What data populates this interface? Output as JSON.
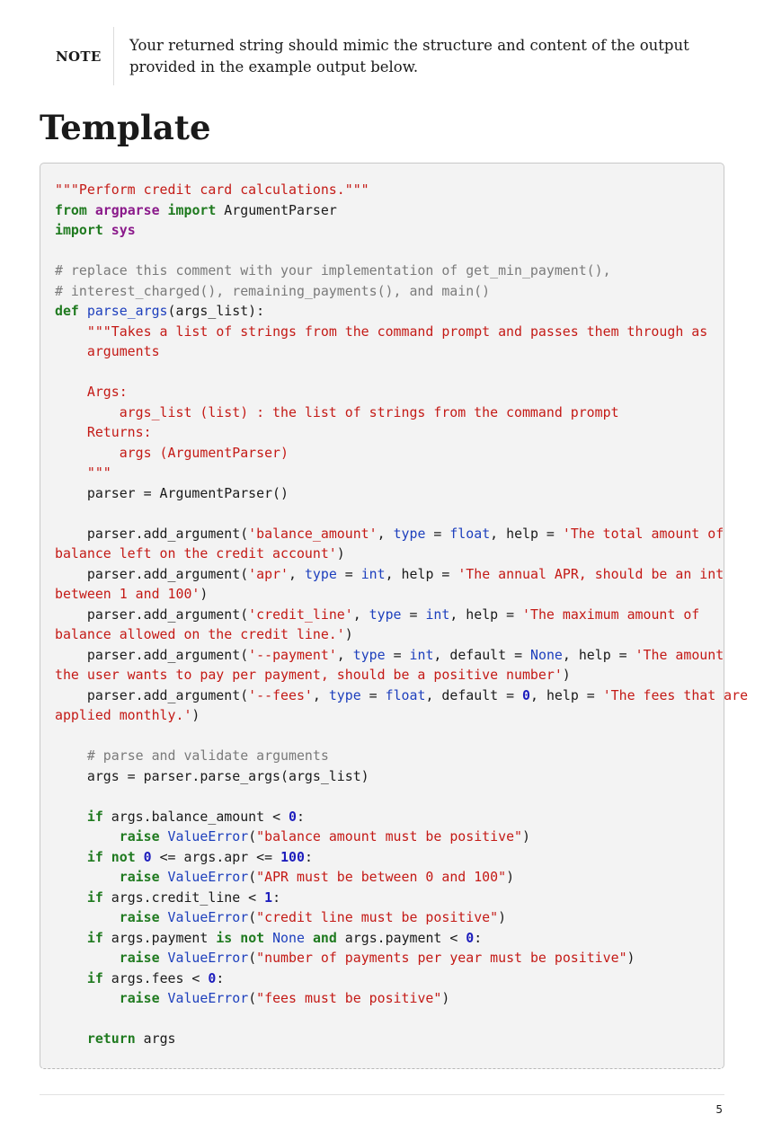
{
  "note": {
    "label": "NOTE",
    "text": "Your returned string should mimic the structure and content of the output provided in the example output below."
  },
  "heading": "Template",
  "colors": {
    "keyword": "#1f7a1f",
    "builtin": "#1f7a1f",
    "string": "#c41a16",
    "comment": "#7a7a7a",
    "number": "#1d1dbd",
    "function": "#1d3fbd",
    "name": "#1a1a1a",
    "code_background": "#f3f3f3"
  },
  "code_lines": [
    [
      [
        "string",
        "\"\"\"Perform credit card calculations.\"\"\""
      ]
    ],
    [
      [
        "keyword",
        "from"
      ],
      [
        "name",
        " "
      ],
      [
        "module",
        "argparse"
      ],
      [
        "name",
        " "
      ],
      [
        "keyword",
        "import"
      ],
      [
        "name",
        " ArgumentParser"
      ]
    ],
    [
      [
        "keyword",
        "import"
      ],
      [
        "name",
        " "
      ],
      [
        "module",
        "sys"
      ]
    ],
    [],
    [
      [
        "comment",
        "# replace this comment with your implementation of get_min_payment(),"
      ]
    ],
    [
      [
        "comment",
        "# interest_charged(), remaining_payments(), and main()"
      ]
    ],
    [
      [
        "keyword",
        "def"
      ],
      [
        "name",
        " "
      ],
      [
        "function",
        "parse_args"
      ],
      [
        "name",
        "(args_list):"
      ]
    ],
    [
      [
        "name",
        "    "
      ],
      [
        "string",
        "\"\"\"Takes a list of strings from the command prompt and passes them through as"
      ]
    ],
    [
      [
        "string",
        "    arguments"
      ]
    ],
    [],
    [
      [
        "string",
        "    Args:"
      ]
    ],
    [
      [
        "string",
        "        args_list (list) : the list of strings from the command prompt"
      ]
    ],
    [
      [
        "string",
        "    Returns:"
      ]
    ],
    [
      [
        "string",
        "        args (ArgumentParser)"
      ]
    ],
    [
      [
        "string",
        "    \"\"\""
      ]
    ],
    [
      [
        "name",
        "    parser = ArgumentParser()"
      ]
    ],
    [],
    [
      [
        "name",
        "    parser.add_argument("
      ],
      [
        "string",
        "'balance_amount'"
      ],
      [
        "name",
        ", "
      ],
      [
        "builtin_name",
        "type"
      ],
      [
        "name",
        " = "
      ],
      [
        "builtin_name",
        "float"
      ],
      [
        "name",
        ", help = "
      ],
      [
        "string",
        "'The total amount of"
      ]
    ],
    [
      [
        "string",
        "balance left on the credit account'"
      ],
      [
        "name",
        ")"
      ]
    ],
    [
      [
        "name",
        "    parser.add_argument("
      ],
      [
        "string",
        "'apr'"
      ],
      [
        "name",
        ", "
      ],
      [
        "builtin_name",
        "type"
      ],
      [
        "name",
        " = "
      ],
      [
        "builtin_name",
        "int"
      ],
      [
        "name",
        ", help = "
      ],
      [
        "string",
        "'The annual APR, should be an int"
      ]
    ],
    [
      [
        "string",
        "between 1 and 100'"
      ],
      [
        "name",
        ")"
      ]
    ],
    [
      [
        "name",
        "    parser.add_argument("
      ],
      [
        "string",
        "'credit_line'"
      ],
      [
        "name",
        ", "
      ],
      [
        "builtin_name",
        "type"
      ],
      [
        "name",
        " = "
      ],
      [
        "builtin_name",
        "int"
      ],
      [
        "name",
        ", help = "
      ],
      [
        "string",
        "'The maximum amount of"
      ]
    ],
    [
      [
        "string",
        "balance allowed on the credit line.'"
      ],
      [
        "name",
        ")"
      ]
    ],
    [
      [
        "name",
        "    parser.add_argument("
      ],
      [
        "string",
        "'--payment'"
      ],
      [
        "name",
        ", "
      ],
      [
        "builtin_name",
        "type"
      ],
      [
        "name",
        " = "
      ],
      [
        "builtin_name",
        "int"
      ],
      [
        "name",
        ", default = "
      ],
      [
        "builtin_name",
        "None"
      ],
      [
        "name",
        ", help = "
      ],
      [
        "string",
        "'The amount"
      ]
    ],
    [
      [
        "string",
        "the user wants to pay per payment, should be a positive number'"
      ],
      [
        "name",
        ")"
      ]
    ],
    [
      [
        "name",
        "    parser.add_argument("
      ],
      [
        "string",
        "'--fees'"
      ],
      [
        "name",
        ", "
      ],
      [
        "builtin_name",
        "type"
      ],
      [
        "name",
        " = "
      ],
      [
        "builtin_name",
        "float"
      ],
      [
        "name",
        ", default = "
      ],
      [
        "number",
        "0"
      ],
      [
        "name",
        ", help = "
      ],
      [
        "string",
        "'The fees that are"
      ]
    ],
    [
      [
        "string",
        "applied monthly.'"
      ],
      [
        "name",
        ")"
      ]
    ],
    [],
    [
      [
        "name",
        "    "
      ],
      [
        "comment",
        "# parse and validate arguments"
      ]
    ],
    [
      [
        "name",
        "    args = parser.parse_args(args_list)"
      ]
    ],
    [],
    [
      [
        "name",
        "    "
      ],
      [
        "keyword",
        "if"
      ],
      [
        "name",
        " args.balance_amount < "
      ],
      [
        "number",
        "0"
      ],
      [
        "name",
        ":"
      ]
    ],
    [
      [
        "name",
        "        "
      ],
      [
        "keyword",
        "raise"
      ],
      [
        "name",
        " "
      ],
      [
        "builtin_name",
        "ValueError"
      ],
      [
        "name",
        "("
      ],
      [
        "string",
        "\"balance amount must be positive\""
      ],
      [
        "name",
        ")"
      ]
    ],
    [
      [
        "name",
        "    "
      ],
      [
        "keyword",
        "if"
      ],
      [
        "name",
        " "
      ],
      [
        "keyword_light",
        "not"
      ],
      [
        "name",
        " "
      ],
      [
        "number",
        "0"
      ],
      [
        "name",
        " <= args.apr <= "
      ],
      [
        "number",
        "100"
      ],
      [
        "name",
        ":"
      ]
    ],
    [
      [
        "name",
        "        "
      ],
      [
        "keyword",
        "raise"
      ],
      [
        "name",
        " "
      ],
      [
        "builtin_name",
        "ValueError"
      ],
      [
        "name",
        "("
      ],
      [
        "string",
        "\"APR must be between 0 and 100\""
      ],
      [
        "name",
        ")"
      ]
    ],
    [
      [
        "name",
        "    "
      ],
      [
        "keyword",
        "if"
      ],
      [
        "name",
        " args.credit_line < "
      ],
      [
        "number",
        "1"
      ],
      [
        "name",
        ":"
      ]
    ],
    [
      [
        "name",
        "        "
      ],
      [
        "keyword",
        "raise"
      ],
      [
        "name",
        " "
      ],
      [
        "builtin_name",
        "ValueError"
      ],
      [
        "name",
        "("
      ],
      [
        "string",
        "\"credit line must be positive\""
      ],
      [
        "name",
        ")"
      ]
    ],
    [
      [
        "name",
        "    "
      ],
      [
        "keyword",
        "if"
      ],
      [
        "name",
        " args.payment "
      ],
      [
        "keyword_light",
        "is not"
      ],
      [
        "name",
        " "
      ],
      [
        "builtin_name",
        "None"
      ],
      [
        "name",
        " "
      ],
      [
        "keyword_light",
        "and"
      ],
      [
        "name",
        " args.payment < "
      ],
      [
        "number",
        "0"
      ],
      [
        "name",
        ":"
      ]
    ],
    [
      [
        "name",
        "        "
      ],
      [
        "keyword",
        "raise"
      ],
      [
        "name",
        " "
      ],
      [
        "builtin_name",
        "ValueError"
      ],
      [
        "name",
        "("
      ],
      [
        "string",
        "\"number of payments per year must be positive\""
      ],
      [
        "name",
        ")"
      ]
    ],
    [
      [
        "name",
        "    "
      ],
      [
        "keyword",
        "if"
      ],
      [
        "name",
        " args.fees < "
      ],
      [
        "number",
        "0"
      ],
      [
        "name",
        ":"
      ]
    ],
    [
      [
        "name",
        "        "
      ],
      [
        "keyword",
        "raise"
      ],
      [
        "name",
        " "
      ],
      [
        "builtin_name",
        "ValueError"
      ],
      [
        "name",
        "("
      ],
      [
        "string",
        "\"fees must be positive\""
      ],
      [
        "name",
        ")"
      ]
    ],
    [],
    [
      [
        "name",
        "    "
      ],
      [
        "keyword",
        "return"
      ],
      [
        "name",
        " args"
      ]
    ]
  ],
  "footer": {
    "page_number": "5"
  }
}
